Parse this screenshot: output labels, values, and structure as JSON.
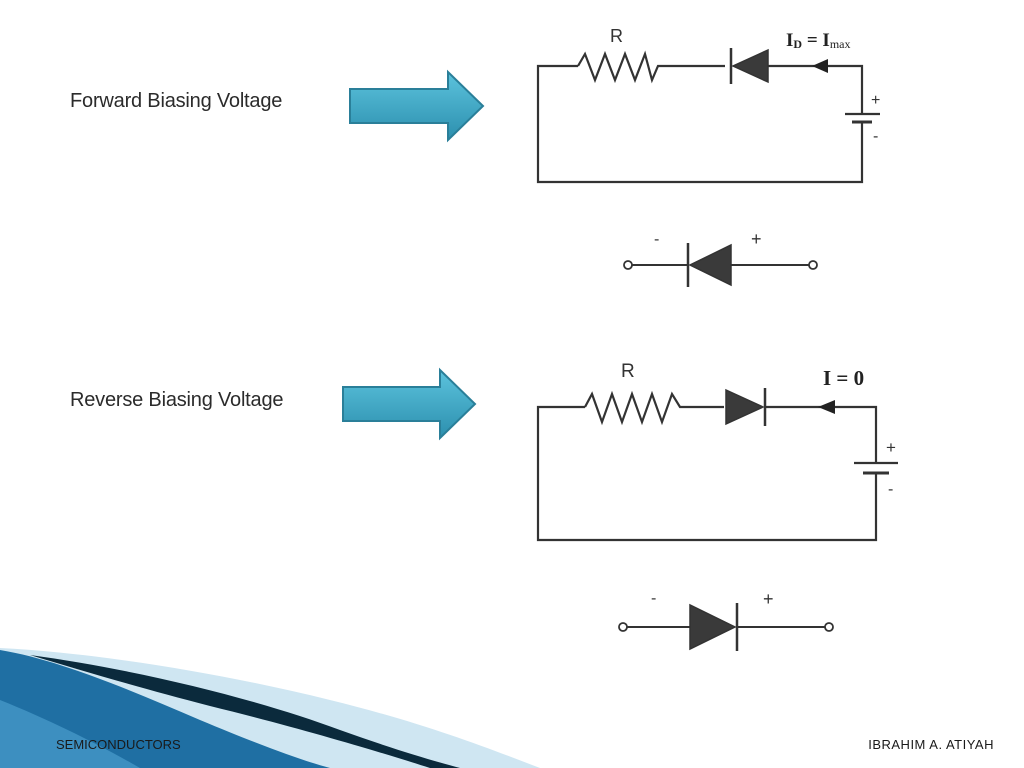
{
  "forward": {
    "label": "Forward Biasing Voltage",
    "resistor_label": "R",
    "current_main": "I",
    "current_sub": "D",
    "current_eq": " = I",
    "current_max": "max",
    "battery_plus": "+",
    "battery_minus": "-",
    "symbol_minus": "-",
    "symbol_plus": "+"
  },
  "reverse": {
    "label": "Reverse Biasing Voltage",
    "resistor_label": "R",
    "current_label": "I = 0",
    "battery_plus": "+",
    "battery_minus": "-",
    "symbol_minus": "-",
    "symbol_plus": "+"
  },
  "footer": {
    "left": "SEMICONDUCTORS",
    "right": "IBRAHIM A. ATIYAH"
  },
  "colors": {
    "arrow_fill": "#3aa6c4",
    "arrow_stroke": "#2a7f99",
    "wire": "#333333",
    "diode_fill": "#3a3a3a",
    "wave_dark": "#0b2a3c",
    "wave_blue": "#1f6fa3",
    "wave_light": "#cfe6f2"
  }
}
